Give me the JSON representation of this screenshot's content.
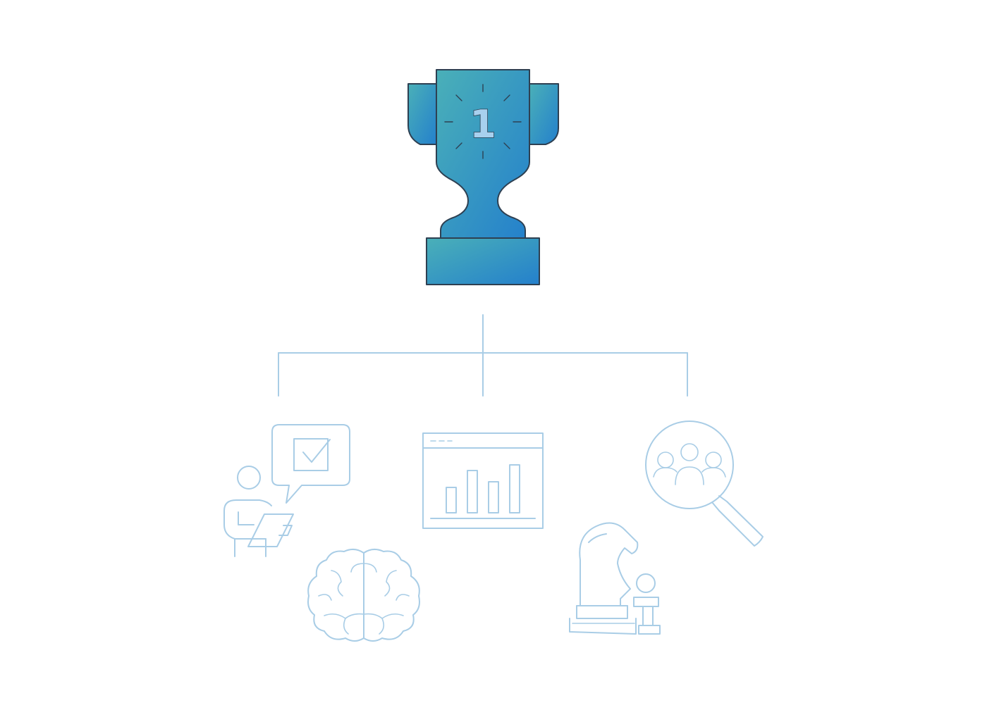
{
  "trophy": {
    "rank_label": "1",
    "gradient_start": "#4ab0b8",
    "gradient_end": "#2480cc",
    "outline_color": "#2e4052",
    "badge_color": "#a8d0ee"
  },
  "connector_color": "#a9cde6",
  "icons": [
    {
      "name": "presenter-checkmark-icon"
    },
    {
      "name": "brain-icon"
    },
    {
      "name": "bar-chart-window-icon"
    },
    {
      "name": "chess-knight-pawn-icon"
    },
    {
      "name": "magnifier-people-icon"
    }
  ],
  "chart_icon": {
    "bar_levels": [
      0.45,
      0.75,
      0.55,
      0.85
    ]
  }
}
